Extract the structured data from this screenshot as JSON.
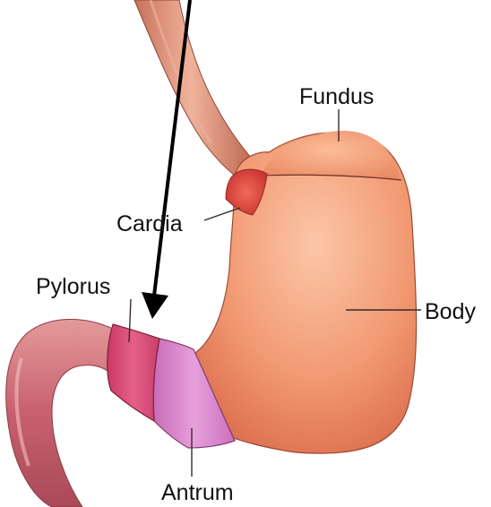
{
  "labels": {
    "fundus": "Fundus",
    "cardia": "Cardia",
    "pylorus": "Pylorus",
    "body": "Body",
    "antrum": "Antrum"
  },
  "colors": {
    "stomach_body": "#f09a72",
    "stomach_highlight": "#fac3a2",
    "stomach_shadow": "#d66a45",
    "cardia": "#e04a42",
    "pylorus": "#d94a74",
    "antrum": "#d87cc4",
    "duodenum": "#d0707a",
    "esophagus": "#d98a6e",
    "pointer_arrow": "#000000"
  }
}
